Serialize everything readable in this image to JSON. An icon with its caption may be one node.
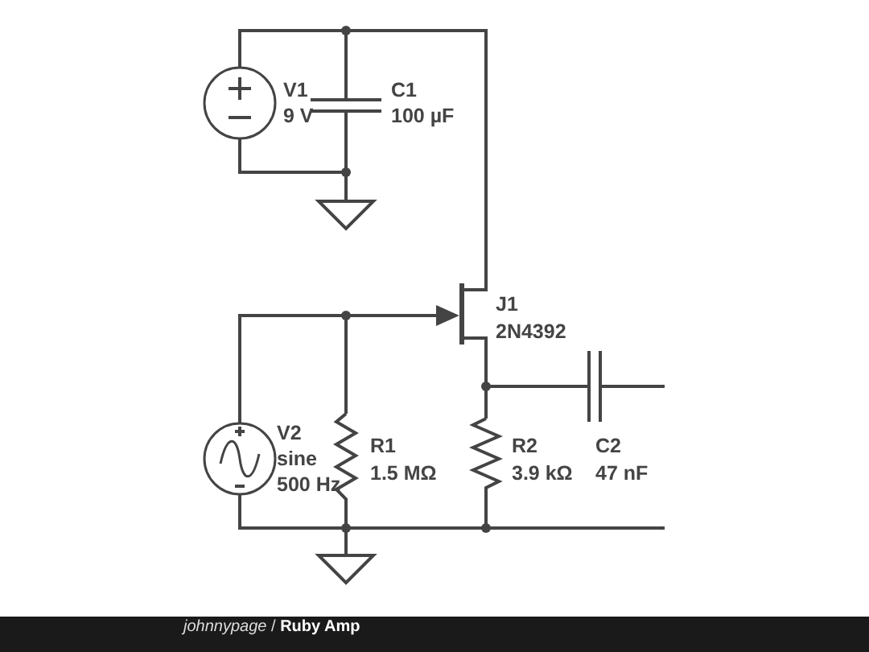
{
  "diagram": {
    "labels": [
      "V1",
      "9 V",
      "C1",
      "100 µF",
      "J1",
      "2N4392",
      "V2",
      "sine",
      "500 Hz",
      "R1",
      "1.5 MΩ",
      "R2",
      "3.9 kΩ",
      "C2",
      "47 nF",
      "*johnnypage* / **Ruby Amp**"
    ]
  }
}
